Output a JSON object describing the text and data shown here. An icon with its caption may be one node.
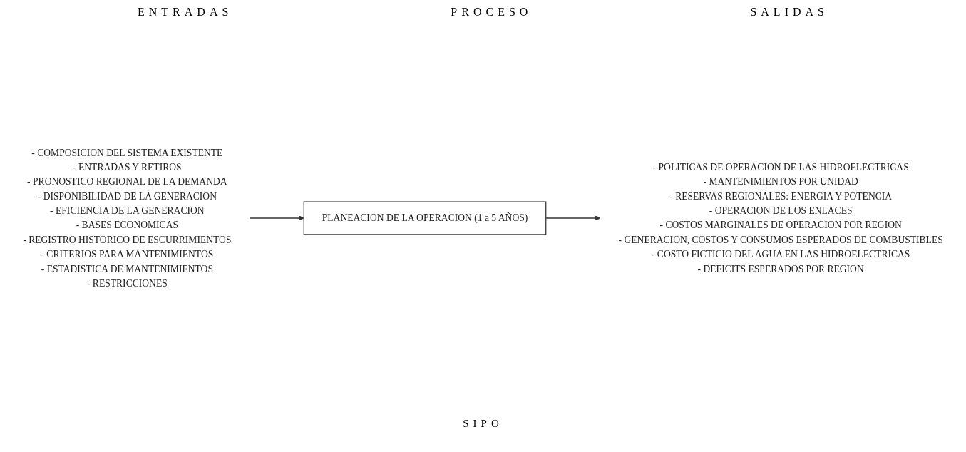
{
  "diagram": {
    "nodes": [
      {
        "text": [
          "- COMPOSICION DEL SISTEMA EXISTENTE",
          "- ENTRADAS Y RETIROS",
          "- PRONOSTICO REGIONAL DE LA DEMANDA",
          "- DISPONIBILIDAD DE LA GENERACION",
          "- EFICIENCIA DE LA GENERACION",
          "- BASES ECONOMICAS",
          "- REGISTRO HISTORICO DE ESCURRIMIENTOS",
          "- CRITERIOS PARA MANTENIMIENTOS",
          "- ESTADISTICA DE MANTENIMIENTOS",
          "- RESTRICCIONES"
        ]
      },
      {
        "text": [
          "PLANEACION DE LA OPERACION (1 a 5 AÑOS)"
        ]
      },
      {
        "text": [
          "- POLITICAS DE OPERACION DE LAS HIDROELECTRICAS",
          "- MANTENIMIENTOS POR UNIDAD",
          "- RESERVAS REGIONALES: ENERGIA Y POTENCIA",
          "- OPERACION DE LOS ENLACES",
          "- COSTOS MARGINALES DE OPERACION POR REGION",
          "- GENERACION, COSTOS Y CONSUMOS ESPERADOS DE COMBUSTIBLES",
          "- COSTO FICTICIO DEL AGUA EN LAS HIDROELECTRICAS",
          "- DEFICITS ESPERADOS POR REGION"
        ]
      }
    ],
    "edges": [
      {
        "from": 0,
        "to": 1,
        "arrow": "to"
      },
      {
        "from": 1,
        "to": 2,
        "arrow": "to"
      }
    ],
    "labels": [
      "ENTRADAS",
      "PROCESO",
      "SALIDAS",
      "SIPO"
    ]
  }
}
